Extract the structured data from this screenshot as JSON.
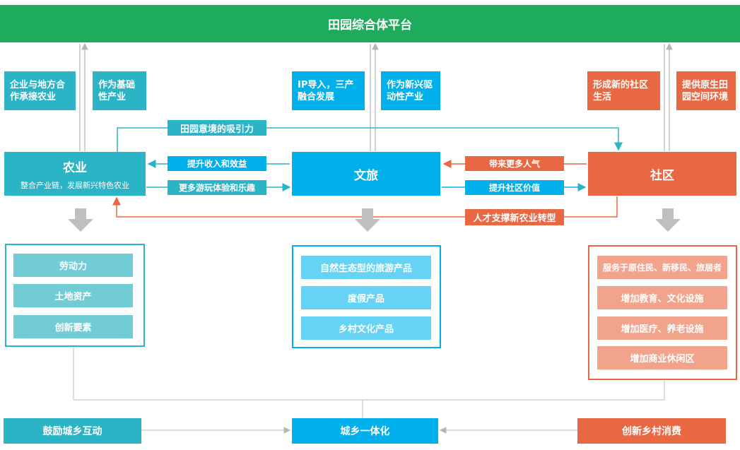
{
  "header": {
    "title": "田园综合体平台"
  },
  "notes": [
    "企业与地方合作承接农业",
    "作为基础性产业",
    "IP导入，三产融合发展",
    "作为新兴驱动性产业",
    "形成新的社区生活",
    "提供原生田园空间环境"
  ],
  "nodes": {
    "agriculture": {
      "title": "农业",
      "subtitle": "整合产业链，发展新兴特色农业"
    },
    "tourism": {
      "title": "文旅"
    },
    "community": {
      "title": "社区"
    }
  },
  "connectors": {
    "charm": "田园意境的吸引力",
    "income": "提升收入和效益",
    "experience": "更多游玩体验和乐趣",
    "popularity": "带来更多人气",
    "community_value": "提升社区价值",
    "talent": "人才支撑新农业转型"
  },
  "lists": {
    "agriculture": [
      "劳动力",
      "土地资产",
      "创新要素"
    ],
    "tourism": [
      "自然生态型的旅游产品",
      "度假产品",
      "乡村文化产品"
    ],
    "community": [
      "服务于原住民、新移民、旅居者",
      "增加教育、文化设施",
      "增加医疗、养老设施",
      "增加商业休闲区"
    ]
  },
  "bottom": {
    "left": "鼓励城乡互动",
    "center": "城乡一体化",
    "right": "创新乡村消费"
  },
  "colors": {
    "header": "#1eab5b",
    "teal": "#2bb3c6",
    "cyan": "#00b0ea",
    "orange": "#e96844",
    "teal_item": "#72ccd6",
    "cyan_item": "#66d3f5",
    "orange_item": "#f1a48b"
  }
}
